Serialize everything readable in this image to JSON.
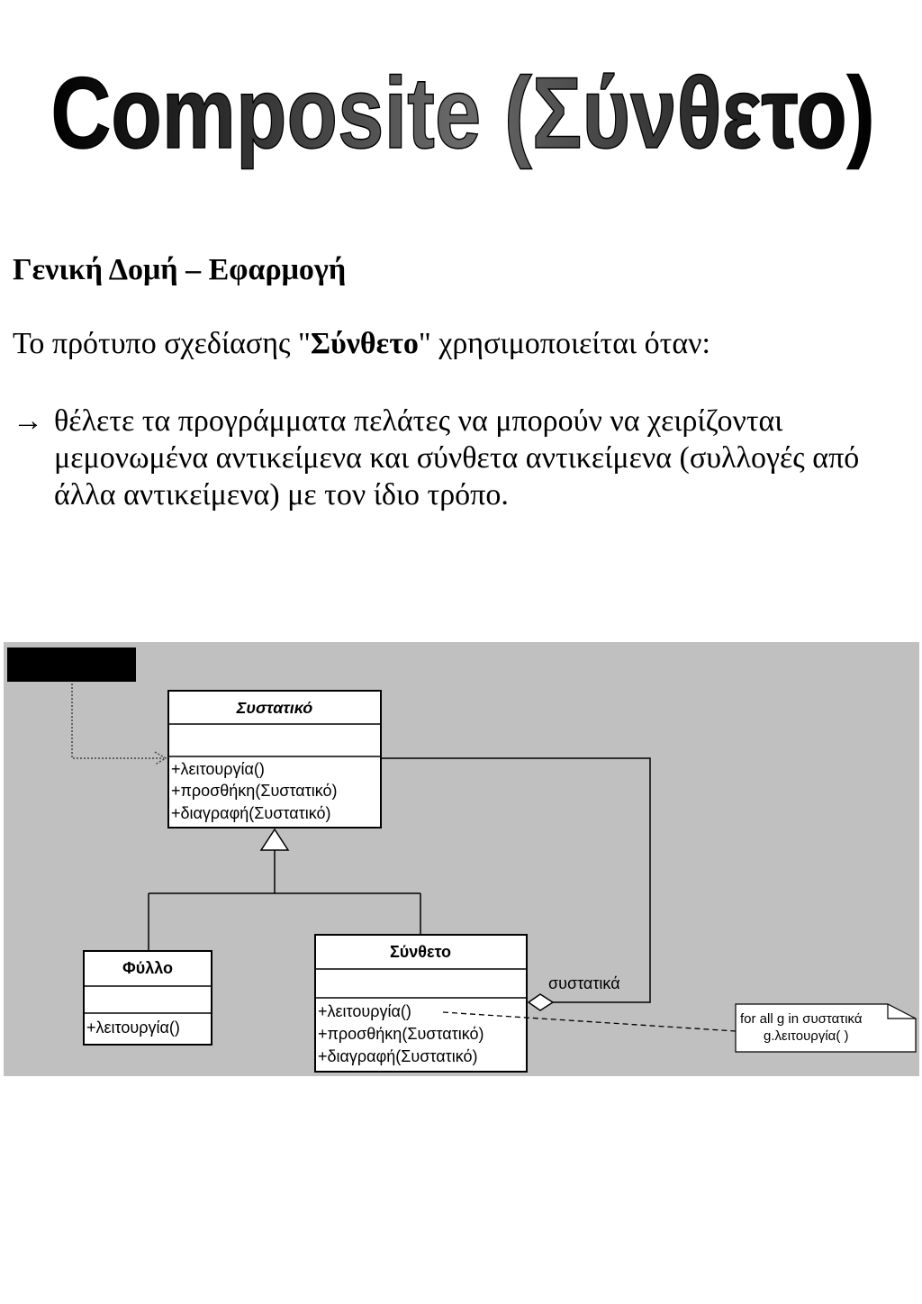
{
  "title": "Composite (Σύνθετο)",
  "heading": "Γενική Δομή – Εφαρμογή",
  "intro": {
    "prefix": "Το πρότυπο σχεδίασης \"",
    "bold": "Σύνθετο",
    "suffix": "\" χρησιμοποιείται όταν:"
  },
  "bullet": {
    "arrow": "→",
    "text": "θέλετε τα προγράμματα πελάτες να μπορούν να χειρίζονται μεμονωμένα αντικείμενα και σύνθετα αντικείμενα (συλλογές από άλλα αντικείμενα) με τον ίδιο τρόπο."
  },
  "diagram": {
    "component": {
      "name": "Συστατικό",
      "operations": [
        "+λειτουργία()",
        "+προσθήκη(Συστατικό)",
        "+διαγραφή(Συστατικό)"
      ]
    },
    "leaf": {
      "name": "Φύλλο",
      "operations": [
        "+λειτουργία()"
      ]
    },
    "composite": {
      "name": "Σύνθετο",
      "operations": [
        "+λειτουργία()",
        "+προσθήκη(Συστατικό)",
        "+διαγραφή(Συστατικό)"
      ]
    },
    "association_label": "συστατικά",
    "note": {
      "line1": "for all g in συστατικά",
      "line2": "g.λειτουργία( )"
    }
  }
}
